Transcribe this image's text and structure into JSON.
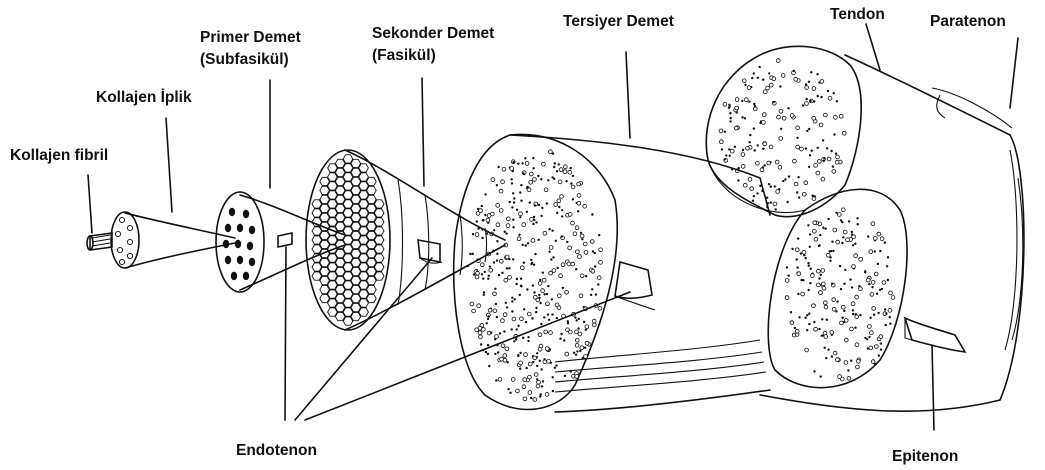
{
  "labels": {
    "kollajen_fibril": "Kollajen fibril",
    "kollajen_iplik": "Kollajen İplik",
    "primer_demet_1": "Primer Demet",
    "primer_demet_2": "(Subfasikül)",
    "sekonder_demet_1": "Sekonder Demet",
    "sekonder_demet_2": "(Fasikül)",
    "tersiyer_demet": "Tersiyer Demet",
    "tendon": "Tendon",
    "paratenon": "Paratenon",
    "endotenon": "Endotenon",
    "epitenon": "Epitenon"
  },
  "colors": {
    "ink": "#111111",
    "paper": "#ffffff"
  }
}
